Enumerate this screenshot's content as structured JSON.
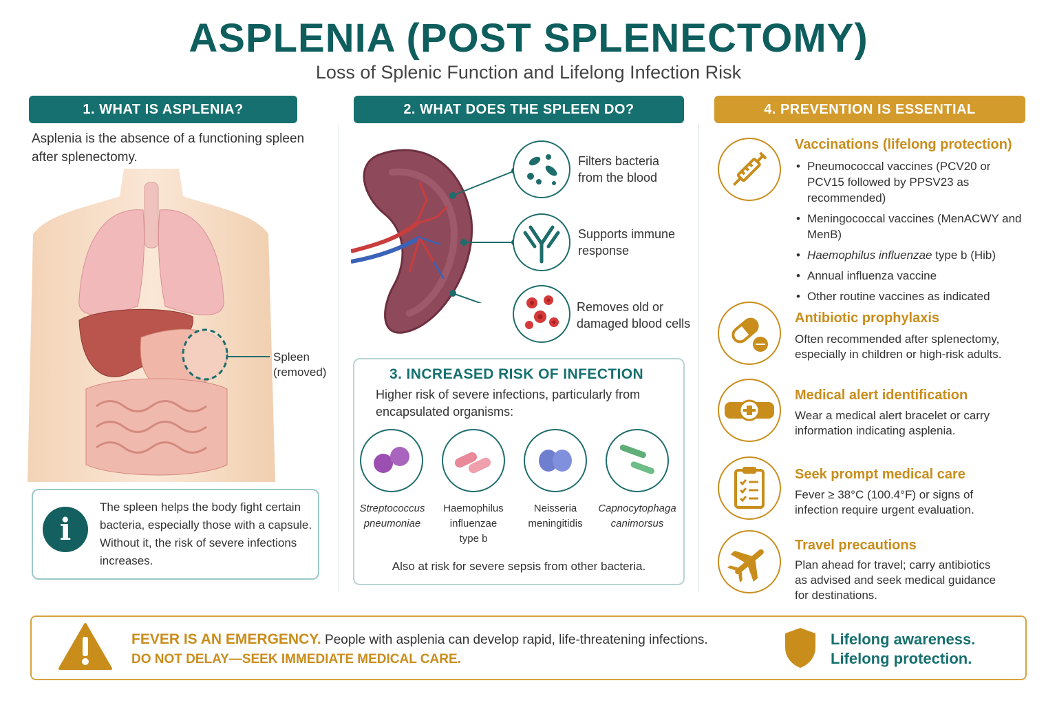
{
  "header": {
    "title": "ASPLENIA (POST SPLENECTOMY)",
    "subtitle": "Loss of Splenic Function and Lifelong Infection Risk"
  },
  "section1": {
    "heading": "1. WHAT IS ASPLENIA?",
    "text": "Asplenia is the absence of a functioning spleen after splenectomy.",
    "spleen_label_line1": "Spleen",
    "spleen_label_line2": "(removed)",
    "info_icon": "info-icon",
    "info_text": "The spleen helps the body fight certain bacteria, especially those with a capsule. Without it, the risk of severe infections increases."
  },
  "section2": {
    "heading": "2. WHAT DOES THE SPLEEN DO?",
    "functions": [
      {
        "icon": "bacteria-icon",
        "line1": "Filters bacteria",
        "line2": "from the blood"
      },
      {
        "icon": "antibody-icon",
        "line1": "Supports immune",
        "line2": "response"
      },
      {
        "icon": "red-blood-cells-icon",
        "line1": "Removes old or",
        "line2": "damaged blood cells"
      }
    ]
  },
  "section3": {
    "heading": "3. INCREASED RISK OF INFECTION",
    "intro": "Higher risk of severe infections, particularly from encapsulated organisms:",
    "organisms": [
      {
        "line1": "Streptococcus",
        "line2": "pneumoniae",
        "line3": "",
        "italic": true,
        "color": "#9b4fb0"
      },
      {
        "line1": "Haemophilus",
        "line2": "influenzae",
        "line3": "type b",
        "italic": false,
        "color": "#e88a9a"
      },
      {
        "line1": "Neisseria",
        "line2": "meningitidis",
        "line3": "",
        "italic": false,
        "color": "#6f7fd0"
      },
      {
        "line1": "Capnocytophaga",
        "line2": "canimorsus",
        "line3": "",
        "italic": true,
        "color": "#5fae78"
      }
    ],
    "footer": "Also at risk for severe sepsis from other bacteria."
  },
  "section4": {
    "heading": "4. PREVENTION IS ESSENTIAL",
    "vaccinations": {
      "icon": "syringe-icon",
      "title": "Vaccinations (lifelong protection)",
      "items": [
        "Pneumococcal vaccines (PCV20 or PCV15 followed by PPSV23 as recommended)",
        "Meningococcal vaccines (MenACWY and MenB)",
        "Haemophilus influenzae type b (Hib)",
        "Annual influenza vaccine",
        "Other routine vaccines as indicated"
      ],
      "hib_italic": "Haemophilus influenzae",
      "hib_rest": " type b (Hib)"
    },
    "antibiotic": {
      "icon": "pill-icon",
      "title": "Antibiotic prophylaxis",
      "text": "Often recommended after splenectomy, especially in children or high-risk adults."
    },
    "medical_alert": {
      "icon": "bracelet-icon",
      "title": "Medical alert identification",
      "text": "Wear a medical alert bracelet or carry information indicating asplenia."
    },
    "care": {
      "icon": "clipboard-icon",
      "title": "Seek prompt medical care",
      "text": "Fever ≥ 38°C (100.4°F) or signs of infection require urgent evaluation."
    },
    "travel": {
      "icon": "airplane-icon",
      "title": "Travel precautions",
      "text": "Plan ahead for travel; carry antibiotics as advised and seek medical guidance for destinations."
    }
  },
  "alert": {
    "icon": "warning-icon",
    "emphasis": "FEVER IS AN EMERGENCY.",
    "line1_rest": " People with asplenia can develop rapid, life-threatening infections.",
    "line2": "DO NOT DELAY—SEEK IMMEDIATE MEDICAL CARE.",
    "shield_icon": "shield-icon",
    "tagline1": "Lifelong awareness.",
    "tagline2": "Lifelong protection."
  },
  "colors": {
    "teal": "#16706f",
    "gold": "#d39a2c",
    "title": "#0f5e5e"
  }
}
